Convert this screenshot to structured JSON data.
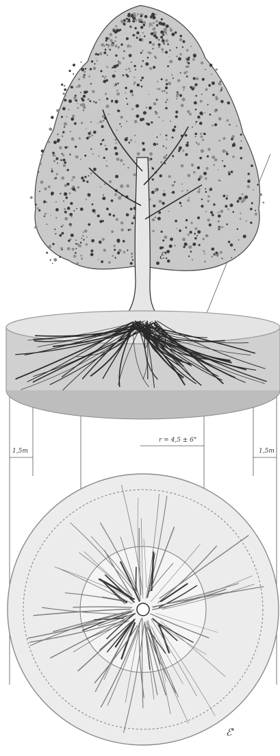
{
  "labels": {
    "radius_label": "r = 4,5 ± 6°",
    "left_width": "1,5m",
    "right_width": "1,5m",
    "signature_top": "ℰ'",
    "signature_bottom": "ℰ'"
  },
  "colors": {
    "ink": "#2a2a2a",
    "foliage": "#3b3b3b",
    "foliage_light": "#8a8a8a",
    "soil": "#bdbdbd",
    "disc_rim": "#9a9a9a",
    "plan_ring": "#7a7a7a",
    "plan_root": "#3a3a3a",
    "guide_line": "#555555"
  }
}
